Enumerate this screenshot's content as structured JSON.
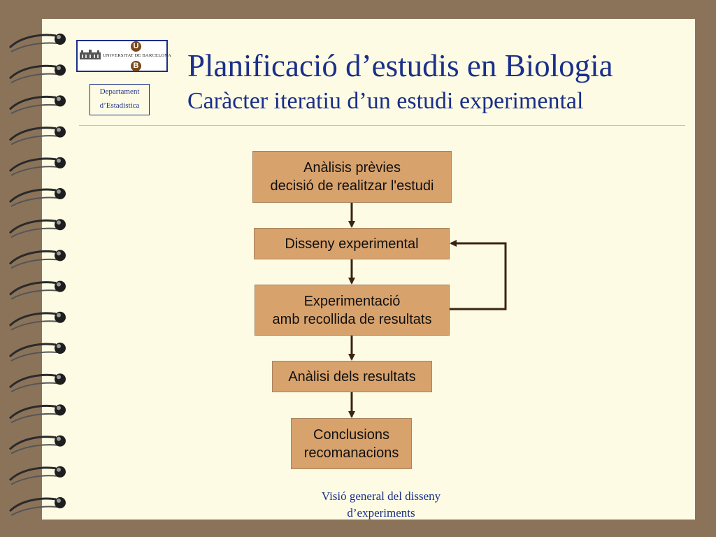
{
  "header": {
    "title": "Planificació d’estudis en Biologia",
    "subtitle": "Caràcter iteratiu d’un estudi experimental"
  },
  "logo": {
    "letter_top": "U",
    "letter_bottom": "B",
    "name": "UNIVERSITAT DE BARCELONA"
  },
  "department": {
    "line1": "Departament",
    "line2": "d’Estadística"
  },
  "flow": {
    "step1": {
      "line1": "Anàlisis prèvies",
      "line2": "decisió de realitzar l'estudi"
    },
    "step2": {
      "line1": "Disseny experimental"
    },
    "step3": {
      "line1": "Experimentació",
      "line2": "amb recollida de resultats"
    },
    "step4": {
      "line1": "Anàlisi dels resultats"
    },
    "step5": {
      "line1": "Conclusions",
      "line2": "recomanacions"
    }
  },
  "footer": {
    "line1": "Visió general del disseny",
    "line2": "d’experiments"
  },
  "colors": {
    "background": "#8b735a",
    "page": "#fdfbe3",
    "title": "#1a2f8a",
    "box_fill": "#d8a26c",
    "arrow": "#3a2410"
  },
  "icons": {
    "binding": "spiral-binding-icon",
    "logo": "university-logo-icon"
  }
}
